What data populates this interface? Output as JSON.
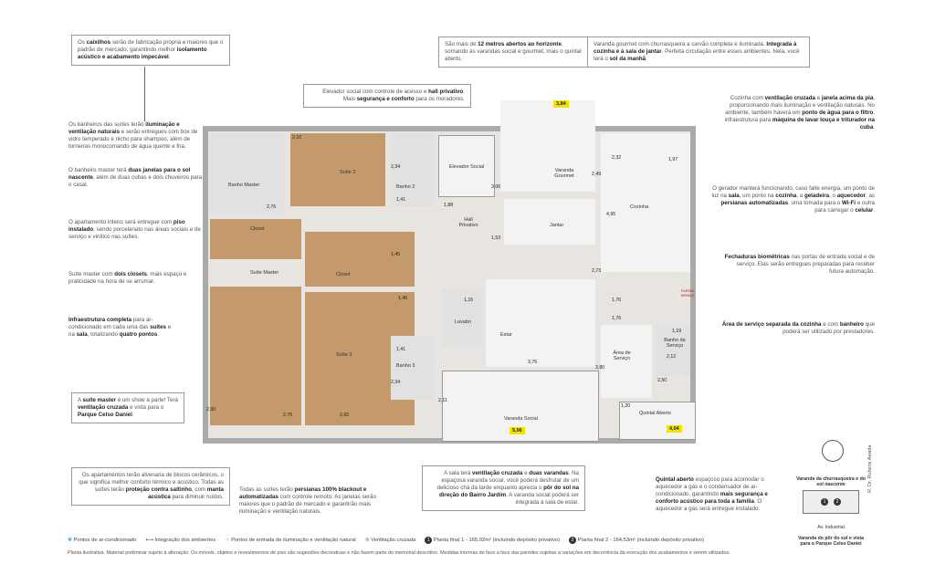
{
  "notes": {
    "caixilhos": {
      "pre": "Os ",
      "b1": "caixilhos",
      "mid": " serão de fabricação própria e maiores que o padrão de mercado, garantindo melhor ",
      "b2": "isolamento acústico e acabamento impecável",
      "post": "."
    },
    "elevador": {
      "pre": "Elevador social com controle de acesso e ",
      "b1": "hall privativo",
      "mid": ". Mais ",
      "b2": "segurança e conforto",
      "post": " para os moradores."
    },
    "metros": {
      "pre": "São mais de ",
      "b1": "12 metros abertos ao horizonte",
      "post": ", somando as varandas social e gourmet, mais o quintal aberto."
    },
    "varanda_gourmet": {
      "pre": "Varanda gourmet com churrasqueira a carvão completa e iluminada. ",
      "b1": "Integrada à cozinha e à sala de jantar",
      "mid": ". Perfeita circulação entre esses ambientes. Nela, você terá o ",
      "b2": "sol da manhã",
      "post": "."
    },
    "cozinha": {
      "pre": "Cozinha com ",
      "b1": "ventilação cruzada",
      "mid": " e ",
      "b2": "janela acima da pia",
      "mid2": ", proporcionando mais iluminação e ventilação naturais. No ambiente, também haverá um ",
      "b3": "ponto de água para o filtro",
      "mid3": ", infraestrutura para ",
      "b4": "máquina de lavar louça e triturador na cuba",
      "post": "."
    },
    "banheiros": {
      "pre": "Os banheiros das suítes terão ",
      "b1": "iluminação e ventilação naturais",
      "post": " e serão entregues com box de vidro temperado e nicho para shampoo, além de torneiras monocomando de água quente e fria."
    },
    "banheiro_master": {
      "pre": "O banheiro master terá ",
      "b1": "duas janelas para o sol nascente",
      "post": ", além de duas cubas e dois chuveiros para o casal."
    },
    "piso": {
      "pre": "O apartamento inteiro será entregue com ",
      "b1": "piso instalado",
      "post": ", sendo porcelanato nas áreas sociais e de serviço e vinílico nas suítes."
    },
    "gerador": {
      "pre": "O gerador manterá funcionando, caso falte energia, um ponto de luz na ",
      "b1": "sala",
      "mid": ", um ponto na ",
      "b2": "cozinha",
      "mid2": ", a ",
      "b3": "geladeira",
      "mid3": ", o ",
      "b4": "aquecedor",
      "mid4": ", as ",
      "b5": "persianas automatizadas",
      "mid5": ", uma tomada para o ",
      "b6": "Wi-Fi",
      "mid6": " e outra para carregar o ",
      "b7": "celular",
      "post": "."
    },
    "suite_master": {
      "pre": "Suíte master com ",
      "b1": "dois closets",
      "post": ", mais espaço e praticidade na hora de se arrumar."
    },
    "fechaduras": {
      "b1": "Fechaduras biométricas",
      "post": " nas portas de entrada social e de serviço. Elas serão entregues preparadas para receber futura automação."
    },
    "ar": {
      "b1": "Infraestrutura completa",
      "mid": " para ar-condicionado em cada uma das ",
      "b2": "suítes",
      "mid2": " e na ",
      "b3": "sala",
      "mid3": ", totalizando ",
      "b4": "quatro pontos",
      "post": "."
    },
    "area_servico": {
      "b1": "Área de serviço separada da cozinha",
      "mid": " e com ",
      "b2": "banheiro",
      "post": " que poderá ser utilizado por prestadores."
    },
    "show": {
      "pre": "A ",
      "b1": "suíte master",
      "mid": " é um show à parte! Terá ",
      "b2": "ventilação cruzada",
      "mid2": " e vista para o ",
      "b3": "Parque Celso Daniel",
      "post": "."
    },
    "alvenaria": {
      "pre": "Os apartamentos terão alvenaria de blocos cerâmicos, o que significa melhor conforto térmico e acústico. Todas as suítes terão ",
      "b1": "proteção contra saltinho",
      "mid": ", com ",
      "b2": "manta acústica",
      "post": " para diminuir ruídos."
    },
    "persianas": {
      "pre": "Todas as suítes terão ",
      "b1": "persianas 100% blackout e automatizadas",
      "post": " com controle remoto. As janelas serão maiores que o padrão de mercado e garantirão mais iluminação e ventilação naturais."
    },
    "sala": {
      "pre": "A sala terá ",
      "b1": "ventilação cruzada",
      "mid": " e ",
      "b2": "duas varandas",
      "mid2": ". Na espaçosa varanda social, você poderá desfrutar de um delicioso chá da tarde enquanto aprecia o ",
      "b3": "pôr do sol na direção do Bairro Jardim",
      "post": ". A varanda social poderá ser integrada à sala de estar."
    },
    "quintal": {
      "b1": "Quintal aberto",
      "mid": " espaçoso para acomodar o aquecedor a gás e o condensador de ar-condicionado, garantindo ",
      "b2": "mais segurança e conforto acústico para toda a família",
      "post": ". O aquecedor a gás será entregue instalado."
    }
  },
  "rooms": {
    "banho_master": "Banho Master",
    "suite2": "Suíte 2",
    "banho2": "Banho 2",
    "elevador": "Elevador Social",
    "varanda_gourmet": "Varanda Gourmet",
    "cozinha": "Cozinha",
    "closet1": "Closet",
    "closet2": "Closet",
    "suite_master": "Suíte Master",
    "hall": "Hall Privativo",
    "jantar": "Jantar",
    "lavabo": "Lavabo",
    "estar": "Estar",
    "suite3": "Suíte 3",
    "banho3": "Banho 3",
    "area_servico": "Área de Serviço",
    "banho_servico": "Banho de Serviço",
    "quintal": "Quintal Aberto",
    "varanda_social": "Varanda Social",
    "acesso": "Acesso serviço"
  },
  "tags": {
    "gourmet": "3,84",
    "social": "5,06",
    "quintal": "4,04"
  },
  "dims": {
    "d276a": "2,76",
    "d141a": "1,41",
    "d234a": "2,34",
    "d216": "2,16",
    "d188": "1,88",
    "d306": "3,06",
    "d249": "2,49",
    "d232": "2,32",
    "d197": "1,97",
    "d145": "1,45",
    "d146": "1,46",
    "d116": "1,16",
    "d141b": "1,41",
    "d276b": "2,76",
    "d265": "2,65",
    "d376": "3,76",
    "d119": "1,19",
    "d212": "2,12",
    "d176a": "1,76",
    "d176b": "1,76",
    "d153": "1,53",
    "d495": "4,95",
    "d273": "2,73",
    "d234b": "2,34",
    "d290": "2,90",
    "d211": "2,11",
    "d120": "1,20",
    "d250": "2,50",
    "d380": "3,80"
  },
  "legend": {
    "ac": "Pontos de ar-condicionado",
    "integ": "Integração dos ambientes",
    "entrada": "Pontos de entrada de iluminação e ventilação natural",
    "vent": "Ventilação cruzada",
    "p1": "Planta final 1 - 165,02m² (incluindo depósito privativo)",
    "p2": "Planta final 2 - 164,53m² (incluindo depósito privativo)",
    "n1": "1",
    "n2": "2"
  },
  "disclaimer": "Planta ilustrativa. Material preliminar sujeito à alteração. Os móveis, objetos e revestimentos de piso são sugestões decorativas e não fazem parte do memorial descritivo. Medidas internas de face a face das paredes sujeitas a variações em decorrência da execução dos acabamentos e serem utilizados.",
  "key": {
    "top": "Varanda da churrasqueira e do sol nascente",
    "street": "Av. Industrial",
    "bottom": "Varanda do pôr do sol e vista para o Parque Celso Daniel",
    "n1": "1",
    "n2": "2"
  },
  "vertical": "R. Dr. Rubens Awada"
}
